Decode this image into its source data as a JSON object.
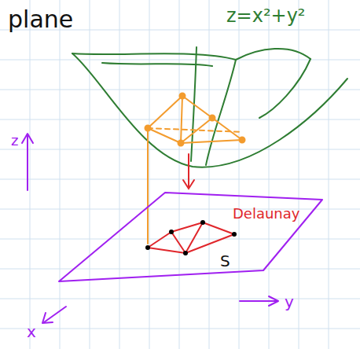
{
  "diagram": {
    "labels": [
      "plane",
      "z=x²+y²",
      "z",
      "Delaunay",
      "S",
      "y",
      "x"
    ]
  }
}
